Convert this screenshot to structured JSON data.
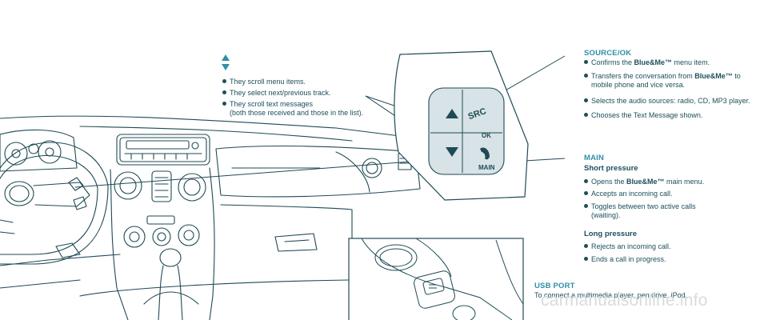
{
  "arrows": {
    "title_icon": "up-down-arrows-icon",
    "bullets": [
      {
        "text": "They scroll menu items."
      },
      {
        "text": "They select next/previous track."
      },
      {
        "text": "They scroll text messages",
        "cont": "(both those received and those in the list)."
      }
    ]
  },
  "source_ok": {
    "heading": "SOURCE/OK",
    "bullets": [
      {
        "pre": "Confirms the ",
        "bold": "Blue&Me™",
        "post": " menu item."
      },
      {
        "pre": "Transfers the conversation from ",
        "bold": "Blue&Me™",
        "post": " to",
        "cont": "mobile phone and vice versa."
      },
      {
        "pre": "Selects the audio sources: radio, CD, MP3 player."
      },
      {
        "pre": "Chooses the Text Message shown."
      }
    ]
  },
  "main": {
    "heading": "MAIN",
    "short_label": "Short pressure",
    "short_bullets": [
      {
        "pre": "Opens the ",
        "bold": "Blue&Me™",
        "post": " main menu."
      },
      {
        "pre": "Accepts an incoming call."
      },
      {
        "pre": "Toggles between two active calls",
        "cont": "(waiting)."
      }
    ],
    "long_label": "Long pressure",
    "long_bullets": [
      {
        "pre": "Rejects an incoming call."
      },
      {
        "pre": "Ends a call in progress."
      }
    ]
  },
  "usb": {
    "heading": "USB PORT",
    "text": "To connect a multimedia player, pen drive, iPod."
  },
  "button_labels": {
    "src": "SRC",
    "ok": "OK",
    "main": "MAIN"
  },
  "watermark": "carmanualsonline.info",
  "colors": {
    "heading": "#2f8fa8",
    "body_text": "#1c4f5c",
    "line": "#1f4a55",
    "callout_fill": "#ffffff",
    "button_fill": "#d7e3e6"
  }
}
